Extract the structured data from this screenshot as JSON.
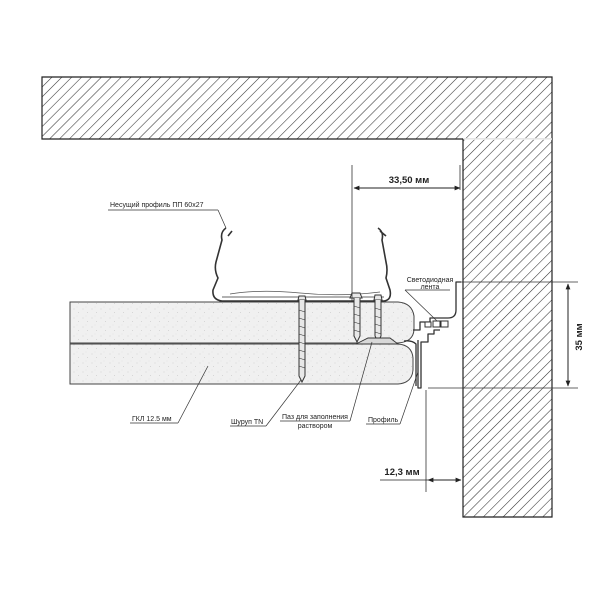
{
  "labels": {
    "profile_pp": "Несущий профиль ПП 60х27",
    "led_tape_line1": "Светодиодная",
    "led_tape_line2": "лента",
    "gkl": "ГКЛ 12.5 мм",
    "screw": "Шуруп TN",
    "groove_line1": "Паз для заполнения",
    "groove_line2": "раствором",
    "profile": "Профиль"
  },
  "dimensions": {
    "width_top": "33,50 мм",
    "height_right": "35 мм",
    "width_bottom": "12,3 мм"
  }
}
